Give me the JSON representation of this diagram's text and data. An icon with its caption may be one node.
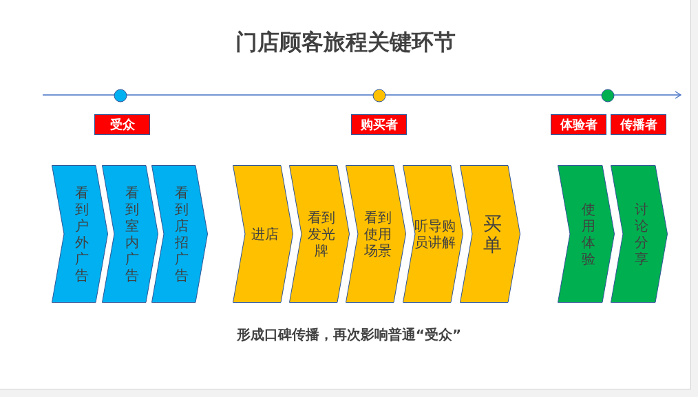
{
  "diagram": {
    "title": "门店顾客旅程关键环节",
    "nodes": [
      {
        "text": [
          "受众"
        ]
      },
      {
        "text": [
          "购买者"
        ]
      },
      {
        "text": [
          "体验者"
        ]
      },
      {
        "text": [
          "传播者"
        ]
      },
      {
        "text": [
          "看到户外广告"
        ]
      },
      {
        "text": [
          "看到室内广告"
        ]
      },
      {
        "text": [
          "看到店招广告"
        ]
      },
      {
        "text": [
          "进店"
        ]
      },
      {
        "text": [
          "看到发光牌"
        ]
      },
      {
        "text": [
          "看到使用场景"
        ]
      },
      {
        "text": [
          "听导购员讲解"
        ]
      },
      {
        "text": [
          "买单"
        ]
      },
      {
        "text": [
          "使用体验"
        ]
      },
      {
        "text": [
          "讨论分享"
        ]
      }
    ],
    "caption": "形成口碑传播，再次影响普通“受众”"
  }
}
